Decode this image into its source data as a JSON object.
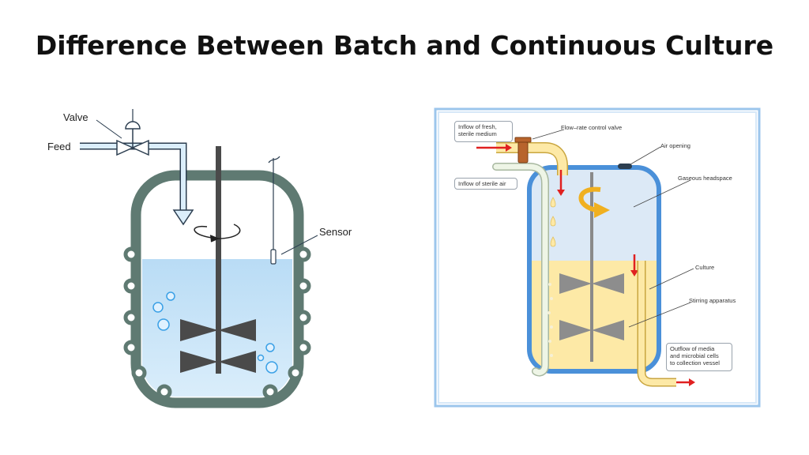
{
  "title": "Difference Between Batch and Continuous Culture",
  "batch": {
    "labels": {
      "valve": "Valve",
      "feed": "Feed",
      "sensor": "Sensor"
    }
  },
  "continuous": {
    "labels": {
      "fresh_medium": "Inflow of fresh,\nsterile medium",
      "sterile_air": "Inflow of sterile air",
      "control_valve": "Flow–rate control valve",
      "air_opening": "Air opening",
      "headspace": "Gaseous headspace",
      "culture": "Culture",
      "stirring": "Stirring apparatus",
      "outflow": "Outflow of media\nand microbial cells\nto collection vessel"
    }
  },
  "colors": {
    "vessel_wall": "#5f7a72",
    "batch_liquid": "#b9dcf5",
    "cont_liquid": "#fde9a6",
    "cont_headspace": "#dce9f6",
    "cont_wall": "#4a90d9",
    "arrow_red": "#e02020",
    "rotation_arrow": "#f0b020"
  }
}
